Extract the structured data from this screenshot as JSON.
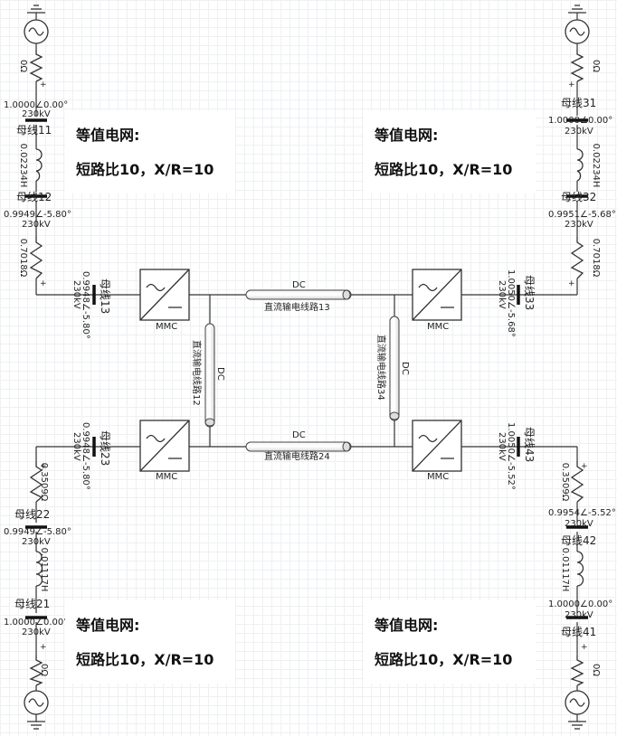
{
  "notes": [
    {
      "title": "等值电网:",
      "body": "短路比10，X/R=10"
    },
    {
      "title": "等值电网:",
      "body": "短路比10，X/R=10"
    },
    {
      "title": "等值电网:",
      "body": "短路比10，X/R=10"
    },
    {
      "title": "等值电网:",
      "body": "短路比10，X/R=10"
    }
  ],
  "top_left": {
    "src_res": "0Ω",
    "bus11": {
      "name": "母线11",
      "value": "1.0000∠0.00°",
      "kv": "230kV"
    },
    "inductor": "0.02234H",
    "bus12": {
      "name": "母线12",
      "value": "0.9949∠-5.80°",
      "kv": "230kV"
    },
    "line_res": "0.7018Ω",
    "bus13": {
      "name": "母线13",
      "value": "0.9948∠-5.80°",
      "kv": "230kV"
    }
  },
  "top_right": {
    "src_res": "0Ω",
    "bus31": {
      "name": "母线31",
      "value": "1.0000∠0.00°",
      "kv": "230kV"
    },
    "inductor": "0.02234H",
    "bus32": {
      "name": "母线32",
      "value": "0.9951∠-5.68°",
      "kv": "230kV"
    },
    "line_res": "0.7018Ω",
    "bus33": {
      "name": "母线33",
      "value": "1.0050∠-5.68°",
      "kv": "230kV"
    }
  },
  "bottom_left": {
    "bus23": {
      "name": "母线23",
      "value": "0.9948∠-5.80°",
      "kv": "230kV"
    },
    "line_res": "0.3509Ω",
    "bus22": {
      "name": "母线22",
      "value": "0.9949∠-5.80°",
      "kv": "230kV"
    },
    "inductor": "0.01117H",
    "bus21": {
      "name": "母线21",
      "value": "1.0000∠0.00°",
      "kv": "230kV"
    },
    "src_res": "0Ω"
  },
  "bottom_right": {
    "bus43": {
      "name": "母线43",
      "value": "1.0050∠-5.52°",
      "kv": "230kV"
    },
    "line_res": "0.3509Ω",
    "bus42": {
      "name": "母线42",
      "value": "0.9954∠-5.52°",
      "kv": "230kV"
    },
    "inductor": "0.01117H",
    "bus41": {
      "name": "母线41",
      "value": "1.0000∠0.00°",
      "kv": "230kV"
    },
    "src_res": "0Ω"
  },
  "converters": {
    "label": "MMC"
  },
  "dc_lines": {
    "dc_label": "DC",
    "line13": "直流输电线路13",
    "line24": "直流输电线路24",
    "line12": "直流输电线路12",
    "line34": "直流输电线路34"
  },
  "polarity": {
    "plus": "+"
  }
}
